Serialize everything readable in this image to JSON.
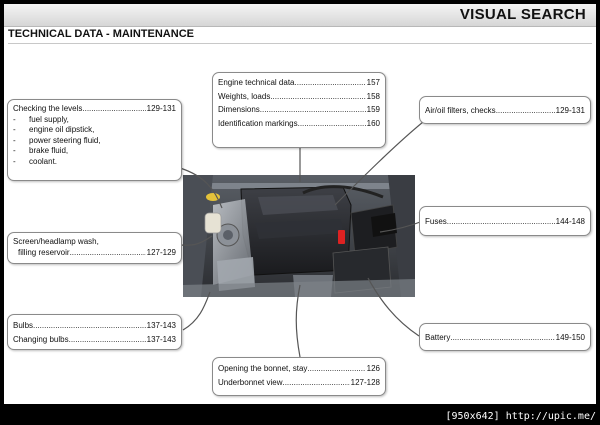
{
  "header": {
    "title": "VISUAL SEARCH"
  },
  "section": {
    "title": "TECHNICAL DATA - MAINTENANCE"
  },
  "callouts": {
    "levels": {
      "label": "Checking the levels",
      "page": "129-131",
      "items": [
        "fuel supply,",
        "engine oil dipstick,",
        "power steering fluid,",
        "brake fluid,",
        "coolant."
      ]
    },
    "engine": {
      "rows": [
        {
          "label": "Engine technical data",
          "page": "157"
        },
        {
          "label": "Weights, loads",
          "page": "158"
        },
        {
          "label": "Dimensions",
          "page": "159"
        },
        {
          "label": "Identification markings",
          "page": "160"
        }
      ]
    },
    "air_filters": {
      "label": "Air/oil filters, checks",
      "page": "129-131"
    },
    "screen_wash": {
      "label_line1": "Screen/headlamp wash,",
      "label_line2": "filling reservoir",
      "page": "127-129"
    },
    "fuses": {
      "label": "Fuses",
      "page": "144-148"
    },
    "bulbs": {
      "rows": [
        {
          "label": "Bulbs",
          "page": "137-143"
        },
        {
          "label": "Changing bulbs",
          "page": "137-143"
        }
      ]
    },
    "battery": {
      "label": "Battery",
      "page": "149-150"
    },
    "bonnet": {
      "rows": [
        {
          "label": "Opening the bonnet, stay",
          "page": "126"
        },
        {
          "label": "Underbonnet view",
          "page": "127-128"
        }
      ]
    }
  },
  "footer": {
    "tag": "[950x642] http://upic.me/"
  }
}
